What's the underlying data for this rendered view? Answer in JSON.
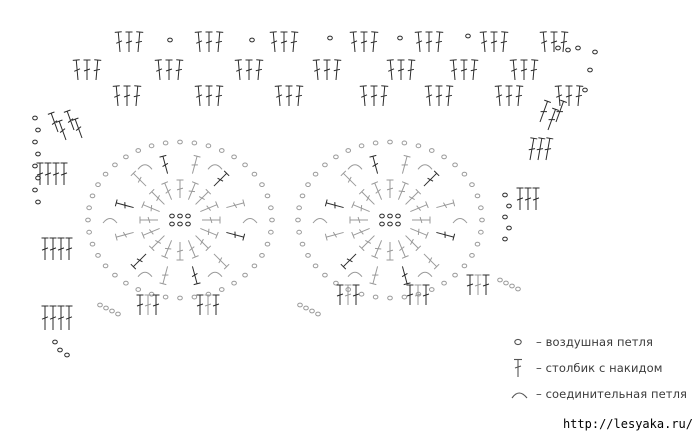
{
  "legend": [
    {
      "symbol": "chain-stitch-icon",
      "text": "– воздушная петля"
    },
    {
      "symbol": "double-crochet-icon",
      "text": "– столбик с накидом"
    },
    {
      "symbol": "slip-stitch-icon",
      "text": "– соединительная петля"
    }
  ],
  "watermark": "http://lesyaka.ru/",
  "colors": {
    "stitch_dark": "#2b2b2b",
    "stitch_light": "#9a9a9a",
    "background": "#ffffff"
  }
}
